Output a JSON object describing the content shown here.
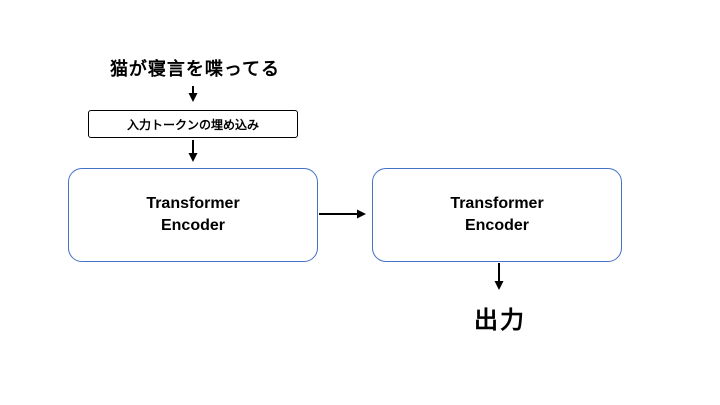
{
  "diagram": {
    "input_sentence": "猫が寝言を喋ってる",
    "embedding_box_label": "入力トークンの埋め込み",
    "encoder1": {
      "line1": "Transformer",
      "line2": "Encoder"
    },
    "encoder2": {
      "line1": "Transformer",
      "line2": "Encoder"
    },
    "output_label": "出力",
    "colors": {
      "encoder_border": "#4472C4",
      "arrow": "#000000",
      "text": "#000000",
      "background": "#ffffff"
    }
  }
}
